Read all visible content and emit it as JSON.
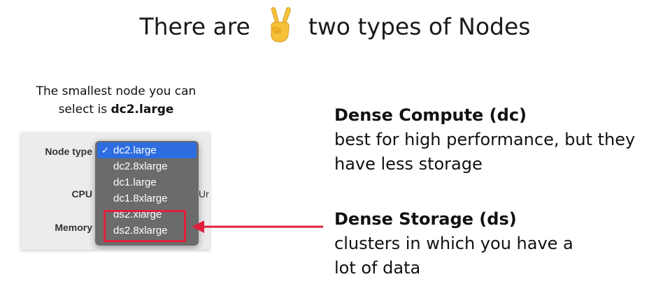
{
  "title": {
    "before": "There are",
    "after": "two types of Nodes",
    "emoji": "victory-hand-icon"
  },
  "caption": {
    "line1": "The smallest node you can",
    "line2_prefix": "select is ",
    "line2_bold": "dc2.large"
  },
  "panel": {
    "labels": {
      "node_type": "Node type",
      "cpu": "CPU",
      "memory": "Memory"
    },
    "cut_text": "Ur",
    "dropdown": {
      "selected_check": "✓",
      "options": [
        "dc2.large",
        "dc2.8xlarge",
        "dc1.large",
        "dc1.8xlarge",
        "ds2.xlarge",
        "ds2.8xlarge"
      ],
      "selected_index": 0,
      "highlighted_options": [
        "ds2.xlarge",
        "ds2.8xlarge"
      ]
    }
  },
  "dense_compute": {
    "heading": "Dense Compute (dc)",
    "line1": "best for high performance, but they",
    "line2": "have less storage"
  },
  "dense_storage": {
    "heading": "Dense Storage (ds)",
    "line1": "clusters in which you have a",
    "line2": "lot of data"
  },
  "colors": {
    "highlight": "#e0203a",
    "selected": "#2d6de0",
    "dropdown_bg": "#6b6b6b"
  }
}
